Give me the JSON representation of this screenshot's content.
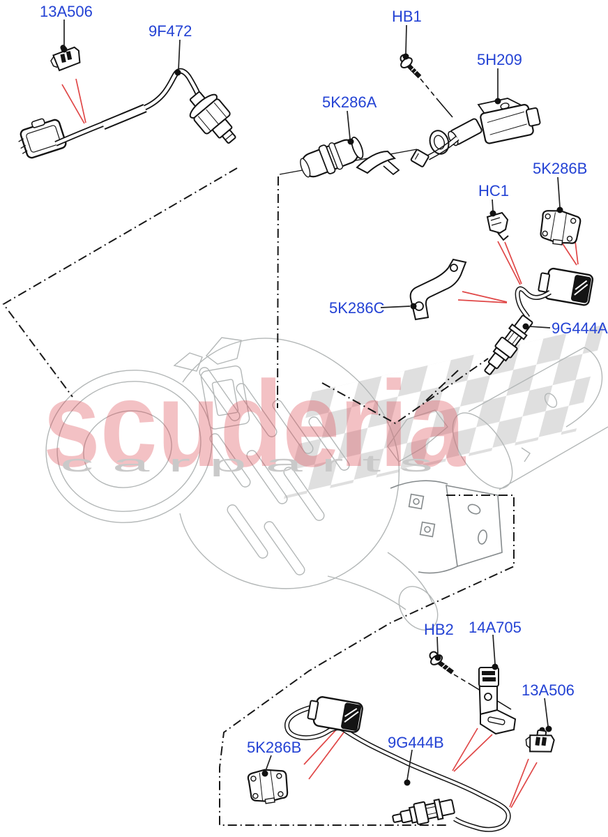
{
  "diagram": {
    "description": "Exhaust sensors and catalytic converter exploded parts diagram",
    "background": "#ffffff",
    "colors": {
      "label_blue": "#2342d4",
      "leader_red": "#e04747",
      "line_black": "#161616",
      "sketch_gray": "#b3b7b7",
      "bracket_gray": "#858a8c",
      "checker_gray": "#dcdcdc",
      "watermark_pink": "#dd4550",
      "watermark_sub_gray": "#c9c9c9"
    },
    "watermark": {
      "brand": "scuderia",
      "subtext": "c a r   p a r t s"
    },
    "labels": [
      {
        "text": "13A506"
      },
      {
        "text": "9F472"
      },
      {
        "text": "HB1"
      },
      {
        "text": "5H209"
      },
      {
        "text": "5K286A"
      },
      {
        "text": "5K286B"
      },
      {
        "text": "HC1"
      },
      {
        "text": "5K286C"
      },
      {
        "text": "9G444A"
      },
      {
        "text": "HB2"
      },
      {
        "text": "14A705"
      },
      {
        "text": "13A506"
      },
      {
        "text": "9G444B"
      },
      {
        "text": "5K286B"
      }
    ]
  }
}
